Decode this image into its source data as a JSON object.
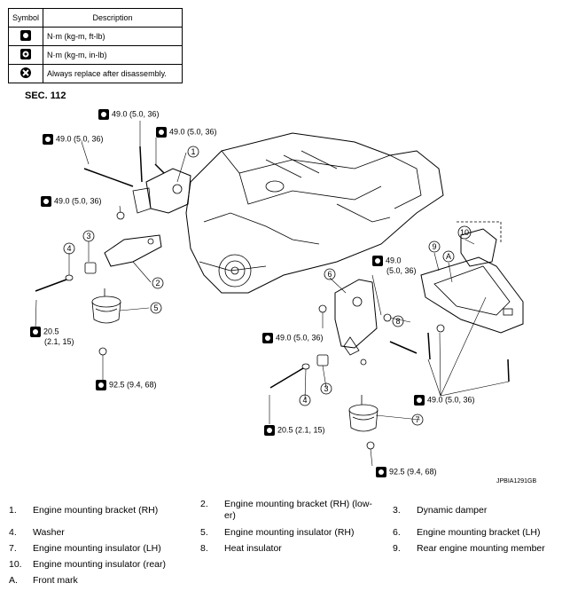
{
  "legend": {
    "header_symbol": "Symbol",
    "header_description": "Description",
    "rows": [
      {
        "icon": "torque-wrench-icon",
        "text": "N·m (kg-m, ft-lb)"
      },
      {
        "icon": "torque-wrench-inlb-icon",
        "text": "N·m (kg-m, in-lb)"
      },
      {
        "icon": "replace-icon",
        "text": "Always replace after disassembly."
      }
    ]
  },
  "section": "SEC. 112",
  "torques": {
    "t1": "49.0 (5.0, 36)",
    "t2": "49.0 (5.0, 36)",
    "t3": "49.0 (5.0, 36)",
    "t4": "49.0 (5.0, 36)",
    "t5_line1": "20.5",
    "t5_line2": "(2.1, 15)",
    "t6": "92.5 (9.4, 68)",
    "t7_line1": "49.0",
    "t7_line2": "(5.0, 36)",
    "t8": "49.0 (5.0, 36)",
    "t9": "20.5 (2.1, 15)",
    "t10": "92.5 (9.4, 68)",
    "t11": "49.0 (5.0, 36)"
  },
  "figure_id": "JPBIA1291GB",
  "callouts": [
    "1",
    "2",
    "3",
    "4",
    "5",
    "6",
    "7",
    "8",
    "9",
    "10",
    "A"
  ],
  "parts": [
    {
      "num": "1.",
      "text": "Engine mounting bracket (RH)"
    },
    {
      "num": "2.",
      "text": "Engine mounting bracket (RH) (low-",
      "text2": "er)"
    },
    {
      "num": "3.",
      "text": "Dynamic damper"
    },
    {
      "num": "4.",
      "text": "Washer"
    },
    {
      "num": "5.",
      "text": "Engine mounting insulator (RH)"
    },
    {
      "num": "6.",
      "text": "Engine mounting bracket (LH)"
    },
    {
      "num": "7.",
      "text": "Engine mounting insulator (LH)"
    },
    {
      "num": "8.",
      "text": "Heat insulator"
    },
    {
      "num": "9.",
      "text": "Rear engine mounting member"
    },
    {
      "num": "10.",
      "text": "Engine mounting insulator (rear)"
    },
    {
      "num": "A.",
      "text": "Front mark"
    }
  ]
}
